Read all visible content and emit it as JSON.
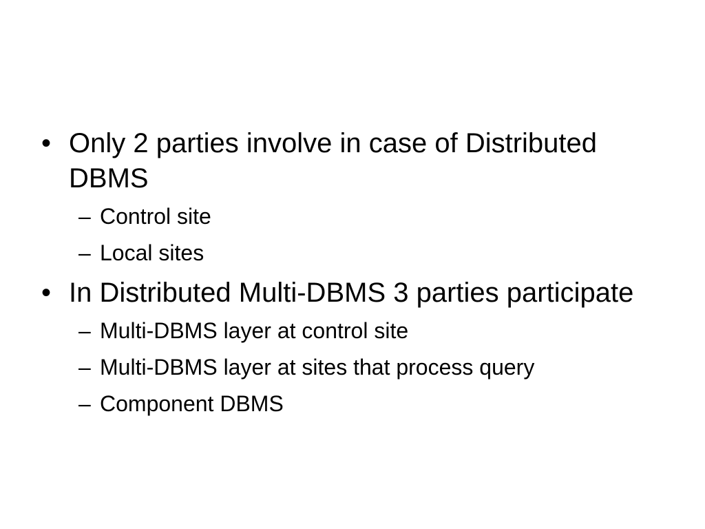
{
  "slide": {
    "bullets": [
      {
        "marker": "•",
        "text": "Only 2 parties involve in case of Distributed DBMS",
        "subitems": [
          {
            "marker": "–",
            "text": "Control site"
          },
          {
            "marker": "–",
            "text": "Local sites"
          }
        ]
      },
      {
        "marker": "•",
        "text": "In Distributed Multi-DBMS 3 parties participate",
        "subitems": [
          {
            "marker": "–",
            "text": "Multi-DBMS layer at control site"
          },
          {
            "marker": "–",
            "text": "Multi-DBMS layer at sites that process query"
          },
          {
            "marker": "–",
            "text": "Component DBMS"
          }
        ]
      }
    ]
  }
}
